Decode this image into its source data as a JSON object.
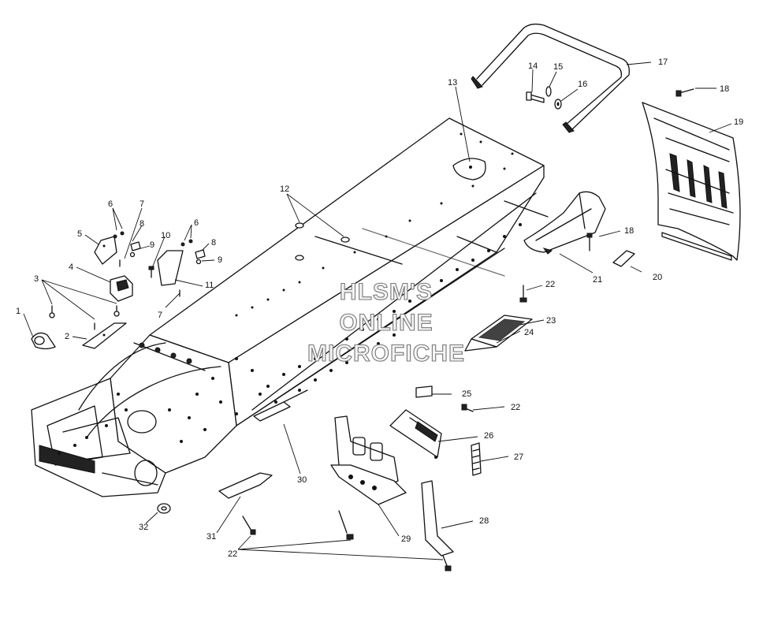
{
  "watermark": {
    "line1": "HLSM'S",
    "line2": "ONLINE",
    "line3": "MICROFICHE"
  },
  "callouts": {
    "c1": "1",
    "c2": "2",
    "c3": "3",
    "c4": "4",
    "c5": "5",
    "c6a": "6",
    "c6b": "6",
    "c7a": "7",
    "c7b": "7",
    "c8a": "8",
    "c8b": "8",
    "c9a": "9",
    "c9b": "9",
    "c10": "10",
    "c11": "11",
    "c12": "12",
    "c13": "13",
    "c14": "14",
    "c15": "15",
    "c16": "16",
    "c17": "17",
    "c18a": "18",
    "c18b": "18",
    "c19": "19",
    "c20": "20",
    "c21": "21",
    "c22a": "22",
    "c22b": "22",
    "c22c": "22",
    "c23": "23",
    "c24": "24",
    "c25": "25",
    "c26": "26",
    "c27": "27",
    "c28": "28",
    "c29": "29",
    "c30": "30",
    "c31": "31",
    "c32": "32"
  }
}
